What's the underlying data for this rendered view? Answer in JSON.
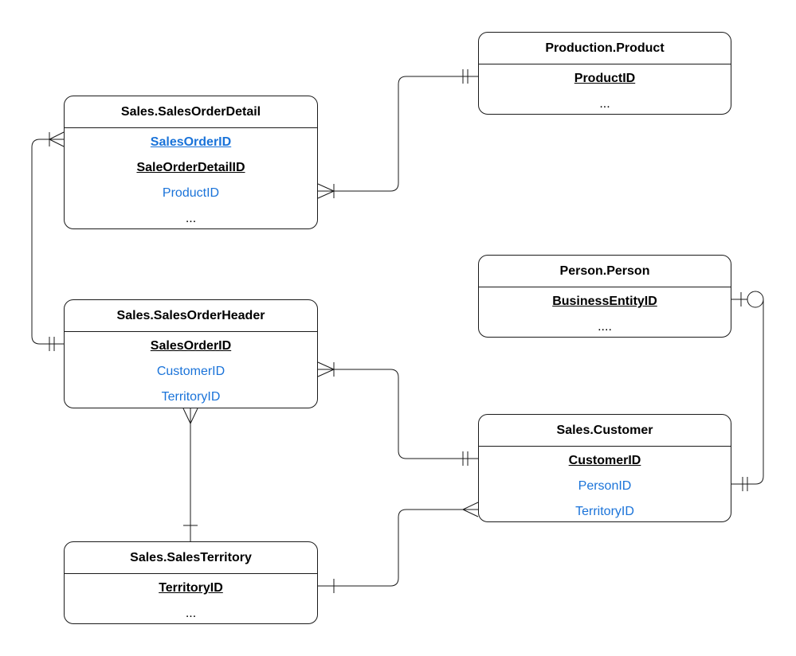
{
  "colors": {
    "primary_key": "#000000",
    "foreign_key": "#1a73d9",
    "line": "#1a1a1a"
  },
  "entities": {
    "sales_order_detail": {
      "title": "Sales.SalesOrderDetail",
      "attributes": [
        {
          "label": "SalesOrderID",
          "kind": "pk-fk"
        },
        {
          "label": "SaleOrderDetailID",
          "kind": "pk"
        },
        {
          "label": "ProductID",
          "kind": "fk"
        },
        {
          "label": "...",
          "kind": "more"
        }
      ]
    },
    "production_product": {
      "title": "Production.Product",
      "attributes": [
        {
          "label": "ProductID",
          "kind": "pk"
        },
        {
          "label": "...",
          "kind": "more"
        }
      ]
    },
    "sales_order_header": {
      "title": "Sales.SalesOrderHeader",
      "attributes": [
        {
          "label": "SalesOrderID",
          "kind": "pk"
        },
        {
          "label": "CustomerID",
          "kind": "fk"
        },
        {
          "label": "TerritoryID",
          "kind": "fk"
        }
      ]
    },
    "person_person": {
      "title": "Person.Person",
      "attributes": [
        {
          "label": "BusinessEntityID",
          "kind": "pk"
        },
        {
          "label": "....",
          "kind": "more"
        }
      ]
    },
    "sales_customer": {
      "title": "Sales.Customer",
      "attributes": [
        {
          "label": "CustomerID",
          "kind": "pk"
        },
        {
          "label": "PersonID",
          "kind": "fk"
        },
        {
          "label": "TerritoryID",
          "kind": "fk"
        }
      ]
    },
    "sales_territory": {
      "title": "Sales.SalesTerritory",
      "attributes": [
        {
          "label": "TerritoryID",
          "kind": "pk"
        },
        {
          "label": "...",
          "kind": "more"
        }
      ]
    }
  },
  "relationships": [
    {
      "from": "production_product",
      "from_cardinality": "one-and-only-one",
      "to": "sales_order_detail",
      "to_cardinality": "one-or-many"
    },
    {
      "from": "sales_order_header",
      "from_cardinality": "one-and-only-one",
      "to": "sales_order_detail",
      "to_cardinality": "one-or-many"
    },
    {
      "from": "sales_customer",
      "from_cardinality": "one-and-only-one",
      "to": "sales_order_header",
      "to_cardinality": "one-or-many"
    },
    {
      "from": "sales_territory",
      "from_cardinality": "one",
      "to": "sales_order_header",
      "to_cardinality": "many"
    },
    {
      "from": "sales_territory",
      "from_cardinality": "one",
      "to": "sales_customer",
      "to_cardinality": "many"
    },
    {
      "from": "person_person",
      "from_cardinality": "zero-or-one",
      "to": "sales_customer",
      "to_cardinality": "one-and-only-one"
    }
  ]
}
